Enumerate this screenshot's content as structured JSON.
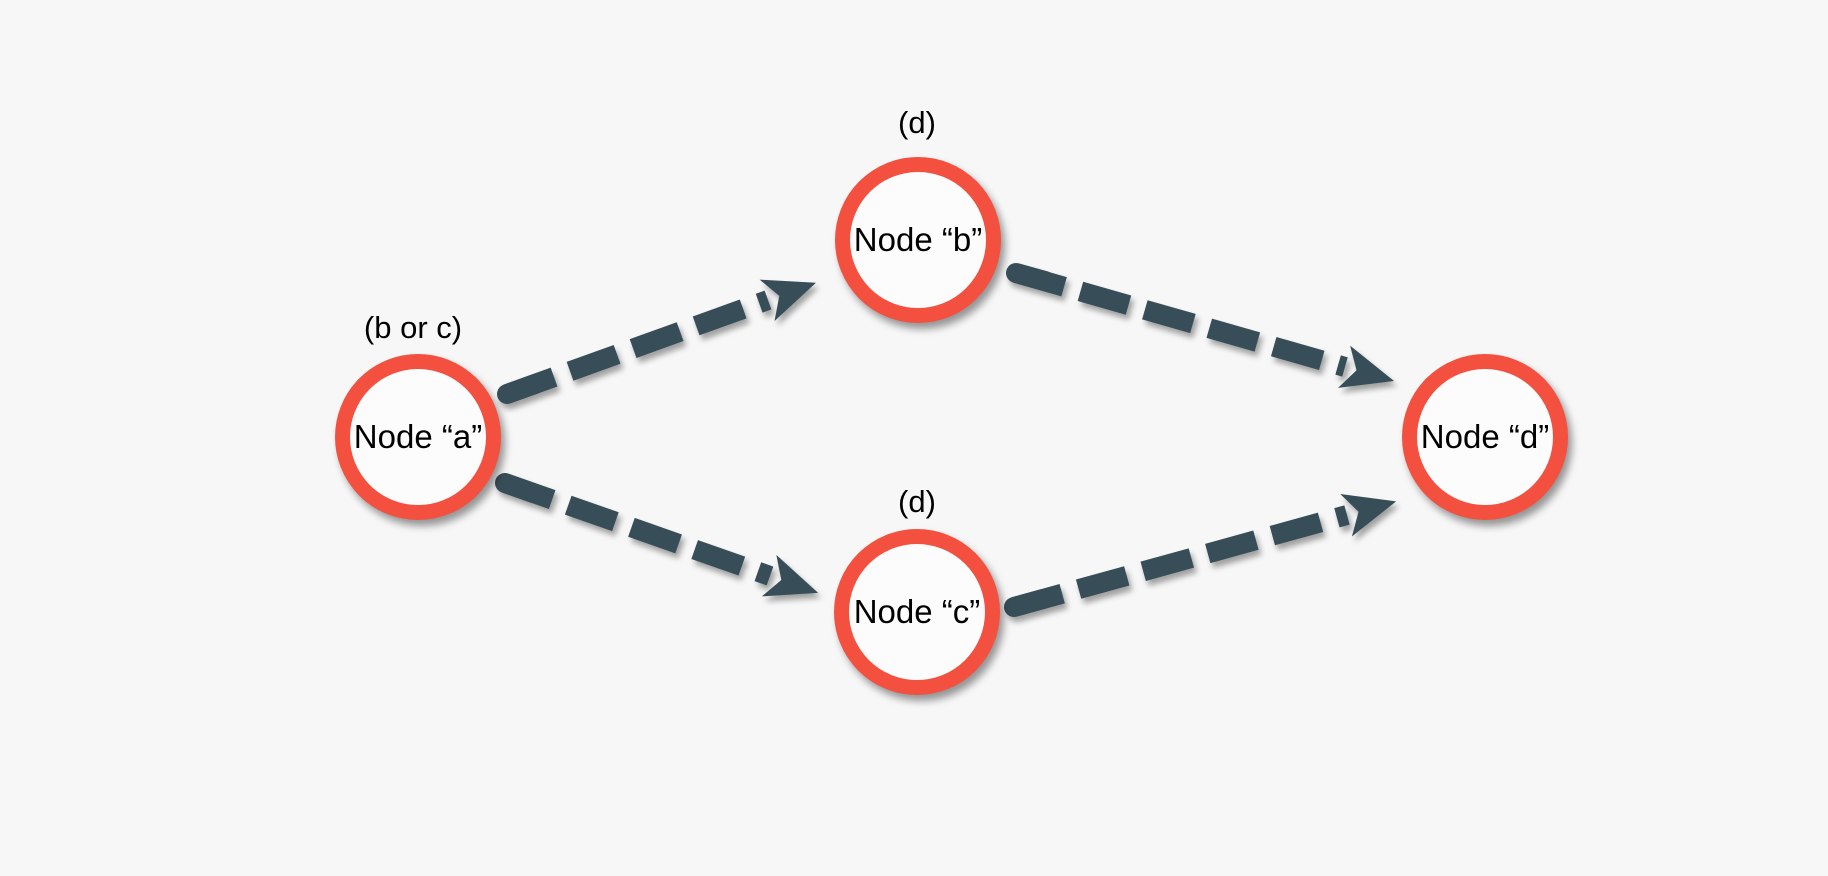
{
  "diagram": {
    "type": "directed-graph",
    "nodes": [
      {
        "id": "a",
        "label": "Node “a”",
        "annotation": "(b or c)"
      },
      {
        "id": "b",
        "label": "Node “b”",
        "annotation": "(d)"
      },
      {
        "id": "c",
        "label": "Node “c”",
        "annotation": "(d)"
      },
      {
        "id": "d",
        "label": "Node “d”",
        "annotation": ""
      }
    ],
    "edges": [
      {
        "from": "a",
        "to": "b",
        "style": "dashed-arrow"
      },
      {
        "from": "a",
        "to": "c",
        "style": "dashed-arrow"
      },
      {
        "from": "b",
        "to": "d",
        "style": "dashed-arrow"
      },
      {
        "from": "c",
        "to": "d",
        "style": "dashed-arrow"
      }
    ],
    "colors": {
      "background": "#f7f7f7",
      "node_ring": "#f3503f",
      "node_fill": "#fcfcfc",
      "edge": "#374e59",
      "text": "#000000"
    }
  }
}
